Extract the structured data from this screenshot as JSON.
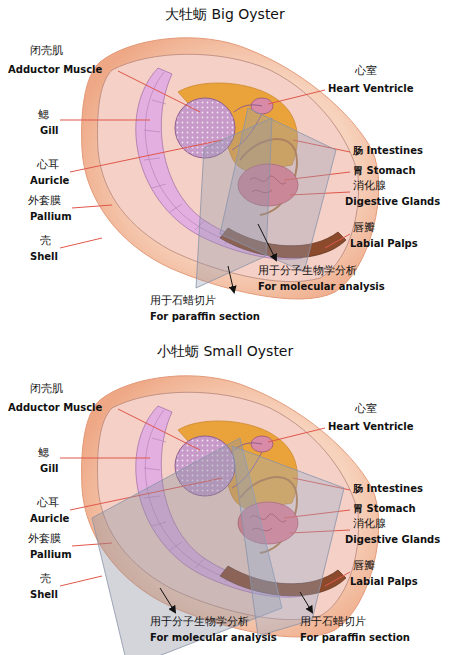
{
  "diagram": {
    "labels": [
      "大牡蛎 Big Oyster",
      "闭壳肌",
      "Adductor Muscle",
      "鳃",
      "Gill",
      "心耳",
      "Auricle",
      "外套膜",
      "Pallium",
      "壳",
      "Shell",
      "心室",
      "Heart Ventricle",
      "肠 Intestines",
      "胃 Stomach",
      "消化腺",
      "Digestive Glands",
      "唇瓣",
      "Labial Palps",
      "用于分子生物学分析",
      "For molecular analysis",
      "用于石蜡切片",
      "For paraffin section",
      "小牡蛎 Small Oyster",
      "闭壳肌",
      "Adductor Muscle",
      "鳃",
      "Gill",
      "心耳",
      "Auricle",
      "外套膜",
      "Pallium",
      "壳",
      "Shell",
      "心室",
      "Heart Ventricle",
      "肠 Intestines",
      "胃 Stomach",
      "消化腺",
      "Digestive Glands",
      "唇瓣",
      "Labial Palps",
      "用于分子生物学分析",
      "For molecular analysis",
      "用于石蜡切片",
      "For paraffin section"
    ]
  }
}
